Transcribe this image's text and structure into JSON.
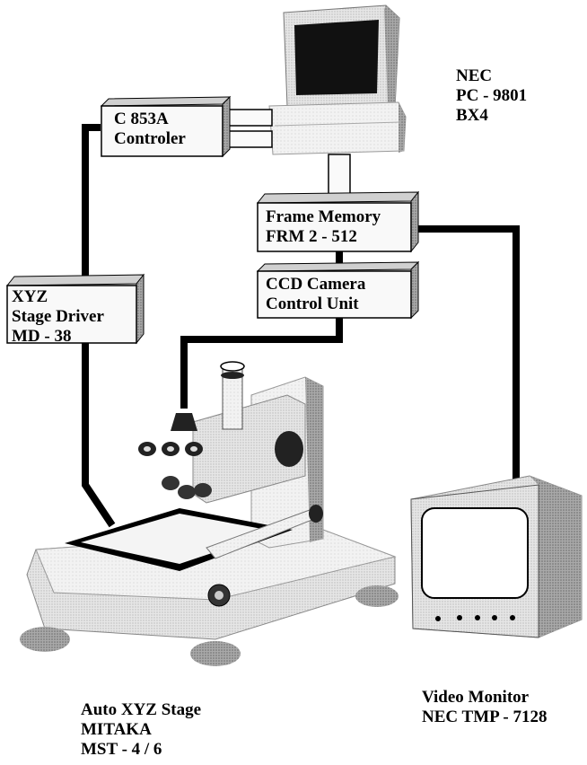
{
  "pc": {
    "lines": [
      "NEC",
      "PC - 9801",
      "BX4"
    ]
  },
  "controller": {
    "lines": [
      "C 853A",
      "Controler"
    ]
  },
  "frame_memory": {
    "lines": [
      "Frame Memory",
      "FRM 2 - 512"
    ]
  },
  "ccd_unit": {
    "lines": [
      "CCD  Camera",
      "Control  Unit"
    ]
  },
  "stage_driver": {
    "lines": [
      "XYZ",
      "Stage Driver",
      "MD - 38"
    ]
  },
  "auto_stage": {
    "lines": [
      "Auto XYZ Stage",
      "MITAKA",
      "MST - 4 / 6"
    ]
  },
  "video_monitor": {
    "lines": [
      "Video Monitor",
      "NEC TMP - 7128"
    ]
  },
  "colors": {
    "ink": "#000000",
    "box_fill": "#f7f7f7",
    "shade": "#bdbdbd",
    "mid": "#d8d8d8",
    "light": "#eeeeee"
  }
}
